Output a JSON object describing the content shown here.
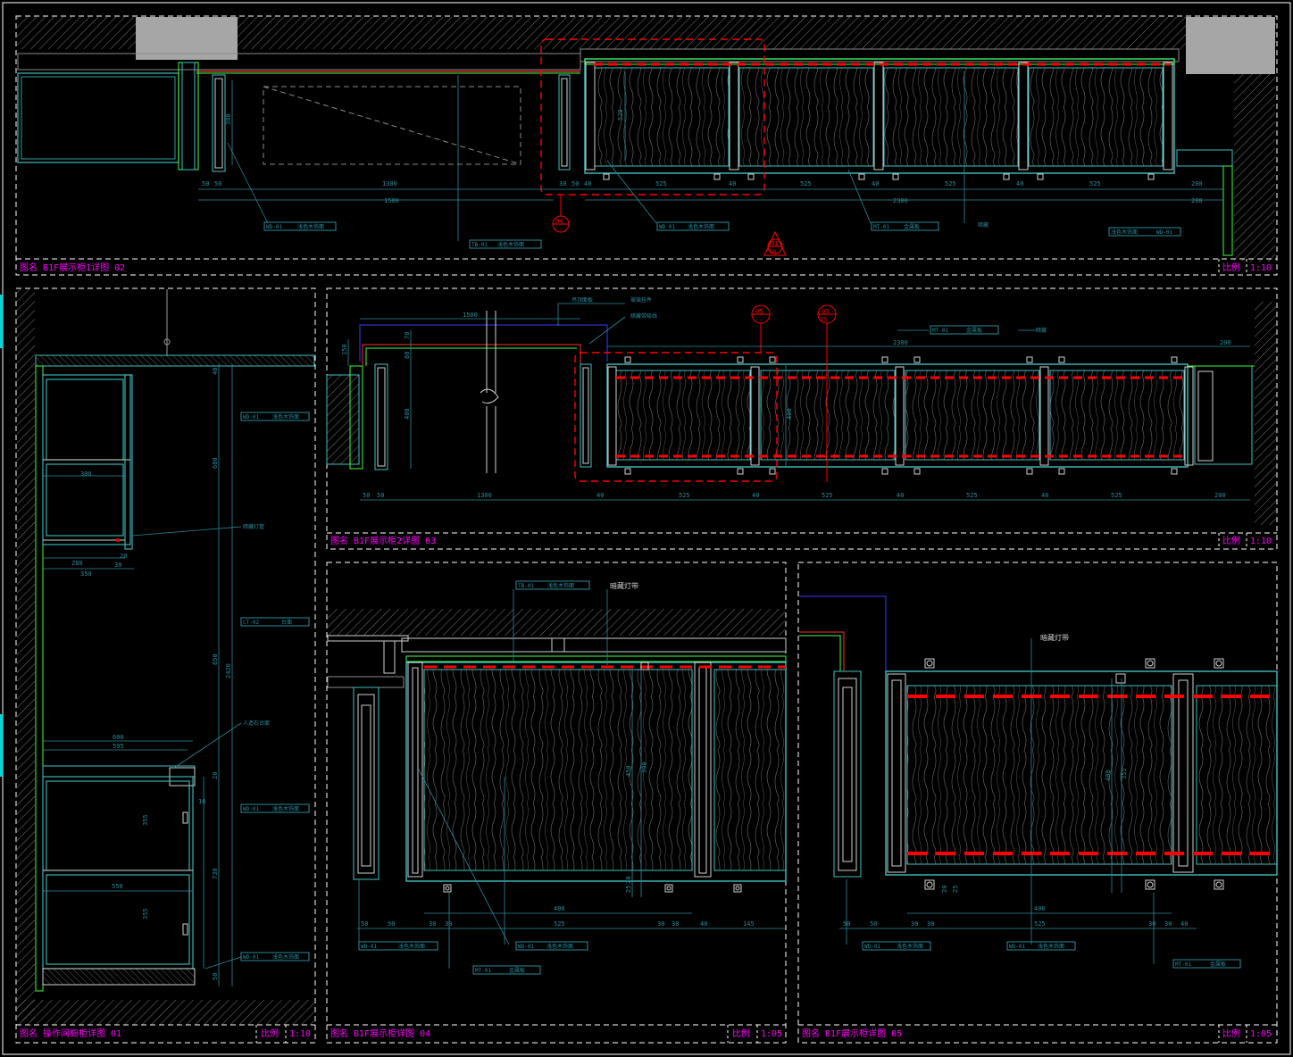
{
  "colors": {
    "background": "#000000",
    "frame": "#ffffff",
    "cyan": "#00ffff",
    "cabinet": "#3fbfbf",
    "green": "#3cff3c",
    "red": "#ff0000",
    "magenta": "#ff00ff",
    "dim": "#2a8c9c",
    "gray": "#8a8a8a",
    "hatch": "#b0b0b0"
  },
  "panels": {
    "p02": {
      "title": "图名 B1F展示柜1详图 02",
      "scale_label": "比例",
      "scale": "1:10"
    },
    "p03": {
      "title": "图名 B1F展示柜2详图 03",
      "scale_label": "比例",
      "scale": "1:10"
    },
    "p01": {
      "title": "图名 操作间橱柜详图 01",
      "scale_label": "比例",
      "scale": "1:10"
    },
    "p04": {
      "title": "图名 B1F展示柜详图 04",
      "scale_label": "比例",
      "scale": "1:05"
    },
    "p05": {
      "title": "图名 B1F展示柜详图 05",
      "scale_label": "比例",
      "scale": "1:05"
    }
  },
  "callouts": {
    "c04": {
      "num": "04",
      "sheet": "-"
    },
    "c01": {
      "num": "01",
      "sheet": "D8"
    },
    "c05": {
      "num": "05",
      "sheet": "-"
    },
    "c03": {
      "num": "03",
      "sheet": "D5"
    }
  },
  "dims": {
    "p02": {
      "row1": [
        "50",
        "50",
        "1300",
        "30",
        "50",
        "40",
        "525",
        "40",
        "525",
        "40",
        "525",
        "40",
        "525",
        "200"
      ],
      "total_1500": "1500",
      "total_2300": "2300",
      "total_200": "200",
      "vert_380": "380",
      "vert_520": "520"
    },
    "p03": {
      "row1": [
        "50",
        "50",
        "1300",
        "40",
        "525",
        "40",
        "525",
        "40",
        "525",
        "40",
        "525",
        "200"
      ],
      "top_1500": "1500",
      "top_2300": "2300",
      "top_200": "200",
      "left_150": "150",
      "left_70": "70",
      "left_80": "80",
      "left_400": "400",
      "mid_400": "400"
    },
    "p01": {
      "d300": "300",
      "d280": "280",
      "d350": "350",
      "d20": "20",
      "d30": "30",
      "d600": "600",
      "d595": "595",
      "d550": "550",
      "d40": "40",
      "d680": "680",
      "d850": "850",
      "d2420": "2420",
      "d355a": "355",
      "d355b": "355",
      "d730": "730",
      "d20b": "20",
      "d10": "10",
      "d50": "50"
    },
    "p04": {
      "row1": [
        "50",
        "50",
        "30",
        "30",
        "30",
        "30",
        "40",
        "145"
      ],
      "d400": "400",
      "d525": "525",
      "v450": "450",
      "v390": "390",
      "v20": "20",
      "v25": "25"
    },
    "p05": {
      "row1": [
        "50",
        "50",
        "30",
        "30",
        "30",
        "30",
        "40"
      ],
      "d400": "400",
      "d525": "525",
      "v400": "400",
      "v355": "355",
      "v20": "20",
      "v25": "25"
    }
  },
  "tags": {
    "wd01": "WD-01",
    "tb01": "TB-01",
    "mt01": "MT-01",
    "ct02": "CT-02",
    "wd01_desc": "浅色木饰面",
    "tb01_desc": "浅色木饰面",
    "mt01_desc": "金属板",
    "ct02_desc": "台面",
    "hidden_light": "暗藏灯带",
    "hidden_strip": "暗藏灯带",
    "dark_strip": "暗藏",
    "stone_top": "人造石台面",
    "glass": "玻璃",
    "light_strip": "暗藏灯带",
    "note_a": "吊顶面板",
    "note_b": "玻璃挂件",
    "note_c": "暗藏带吸线",
    "note_d": "暗藏灯管"
  }
}
